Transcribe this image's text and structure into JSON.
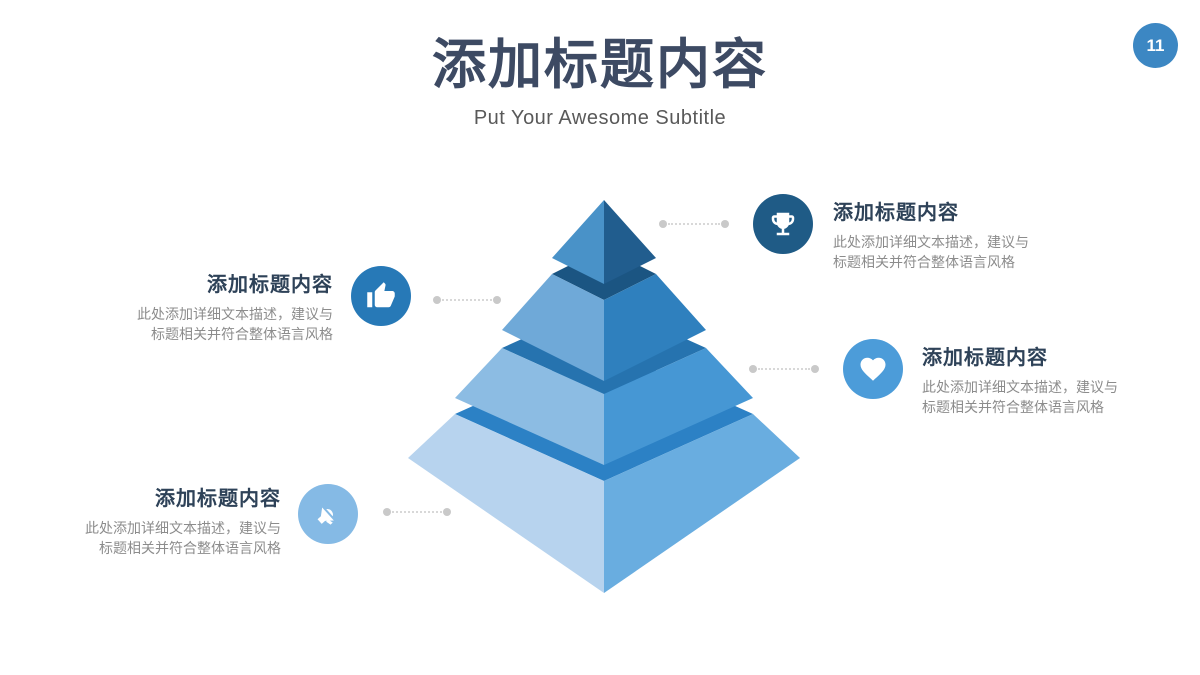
{
  "page": {
    "number": "11",
    "badge_color": "#3C87C3"
  },
  "header": {
    "title": "添加标题内容",
    "subtitle": "Put Your Awesome Subtitle",
    "title_color": "#3D4A63",
    "subtitle_color": "#595959"
  },
  "callouts": [
    {
      "position": "top-right",
      "icon": "trophy",
      "circle_color": "#1F5B86",
      "heading": "添加标题内容",
      "body_lines": [
        "此处添加详细文本描述，建议与",
        "标题相关并符合整体语言风格"
      ]
    },
    {
      "position": "middle-left",
      "icon": "thumbs-up",
      "circle_color": "#2779B7",
      "heading": "添加标题内容",
      "body_lines": [
        "此处添加详细文本描述，建议与",
        "标题相关并符合整体语言风格"
      ]
    },
    {
      "position": "middle-right",
      "icon": "heart",
      "circle_color": "#4C9CD9",
      "heading": "添加标题内容",
      "body_lines": [
        "此处添加详细文本描述，建议与",
        "标题相关并符合整体语言风格"
      ]
    },
    {
      "position": "bottom-left",
      "icon": "megaphone",
      "circle_color": "#85BAE5",
      "heading": "添加标题内容",
      "body_lines": [
        "此处添加详细文本描述，建议与",
        "标题相关并符合整体语言风格"
      ]
    }
  ],
  "pyramid": {
    "type": "3d-layered-pyramid",
    "level_count": 4,
    "levels": [
      {
        "label": "level-1-apex",
        "left_color": "#4992C8",
        "right_color": "#215D8E",
        "top_color": null
      },
      {
        "label": "level-2",
        "left_color": "#6FA9D8",
        "right_color": "#2F80BE",
        "top_color": "#1B5582"
      },
      {
        "label": "level-3",
        "left_color": "#8CBCE3",
        "right_color": "#4697D4",
        "top_color": "#2673AF"
      },
      {
        "label": "level-4-base",
        "left_color": "#B7D3EE",
        "right_color": "#69ADE0",
        "top_color": "#2C81C5"
      }
    ]
  },
  "text_colors": {
    "heading": "#2E4258",
    "body": "#8C8C8C"
  }
}
